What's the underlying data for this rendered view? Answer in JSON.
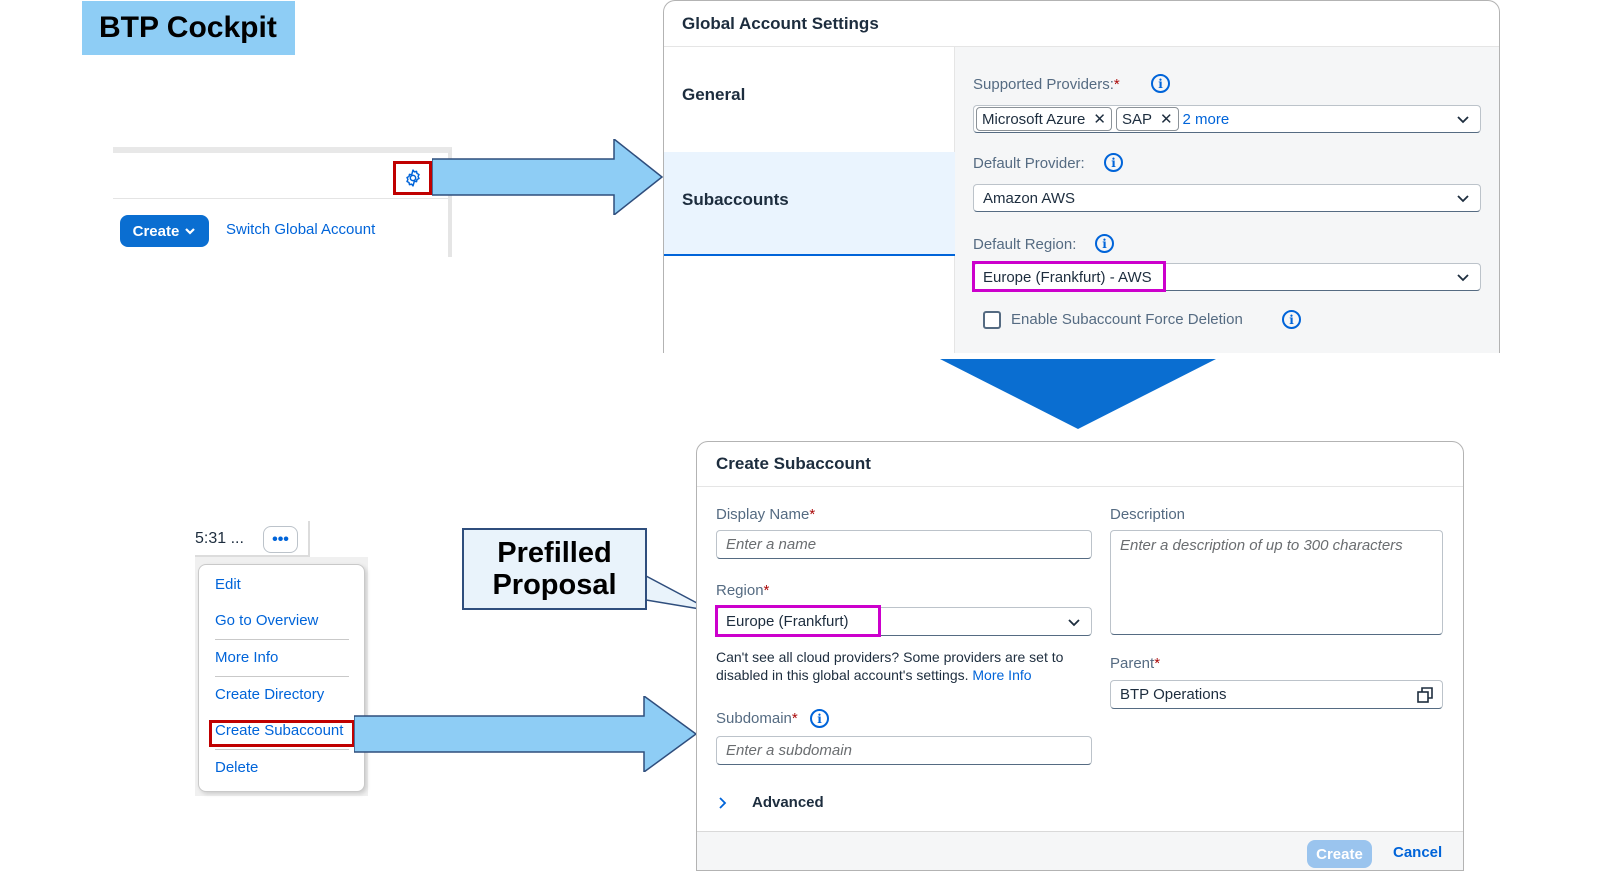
{
  "title": "BTP Cockpit",
  "toolbar": {
    "create_label": "Create",
    "switch_label": "Switch Global Account"
  },
  "settings_dialog": {
    "title": "Global Account Settings",
    "nav": [
      "General",
      "Subaccounts"
    ],
    "supported_providers_label": "Supported Providers:",
    "supported_providers_tokens": [
      "Microsoft Azure",
      "SAP"
    ],
    "supported_providers_more": "2 more",
    "default_provider_label": "Default Provider:",
    "default_provider_value": "Amazon AWS",
    "default_region_label": "Default Region:",
    "default_region_value": "Europe (Frankfurt) - AWS",
    "force_deletion_label": "Enable Subaccount Force Deletion"
  },
  "row_snippet": {
    "text": "5:31 ...",
    "more_label": "•••"
  },
  "menu": {
    "items": [
      "Edit",
      "Go to Overview",
      "More Info",
      "Create Directory",
      "Create Subaccount",
      "Delete"
    ]
  },
  "callout": {
    "line1": "Prefilled",
    "line2": "Proposal"
  },
  "create_dialog": {
    "title": "Create Subaccount",
    "display_name_label": "Display Name",
    "display_name_placeholder": "Enter a name",
    "description_label": "Description",
    "description_placeholder": "Enter a description of up to 300 characters",
    "region_label": "Region",
    "region_value": "Europe (Frankfurt)",
    "hint_text": "Can't see all cloud providers? Some providers are set to disabled in this global account's settings.",
    "hint_link": "More Info",
    "parent_label": "Parent",
    "parent_value": "BTP Operations",
    "subdomain_label": "Subdomain",
    "subdomain_placeholder": "Enter a subdomain",
    "advanced_label": "Advanced",
    "create_label": "Create",
    "cancel_label": "Cancel"
  },
  "colors": {
    "accent": "#0064d9",
    "highlight_red": "#c00000",
    "highlight_magenta": "#cc00cc",
    "arrow_fill": "#8ecdf5"
  }
}
